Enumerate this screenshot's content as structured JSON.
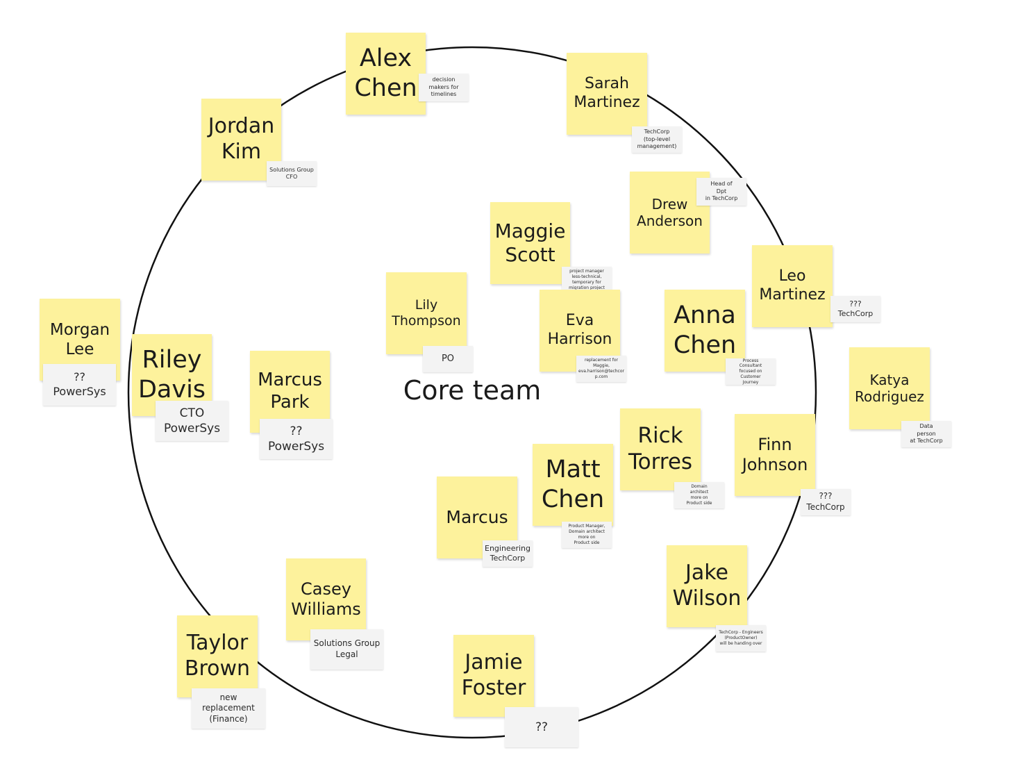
{
  "board": {
    "title": "Core team",
    "stickies": [
      {
        "id": "alex-chen",
        "label": "Alex\nChen",
        "note": "decision\nmakers for\ntimelines"
      },
      {
        "id": "sarah-martinez",
        "label": "Sarah\nMartinez",
        "note": "TechCorp\n(top-level\nmanagement)"
      },
      {
        "id": "jordan-kim",
        "label": "Jordan\nKim",
        "note": "Solutions Group\nCFO"
      },
      {
        "id": "drew-anderson",
        "label": "Drew\nAnderson",
        "note": "Head of\nDpt\nin TechCorp"
      },
      {
        "id": "maggie-scott",
        "label": "Maggie\nScott",
        "note": "project manager\nless-technical,\ntemporary for\nmigration project"
      },
      {
        "id": "leo-martinez",
        "label": "Leo\nMartinez",
        "note": "???\nTechCorp"
      },
      {
        "id": "lily-thompson",
        "label": "Lily\nThompson",
        "note": "PO"
      },
      {
        "id": "eva-harrison",
        "label": "Eva\nHarrison",
        "note": "replacement for\nMaggie,\neva.harrison@techcor\np.com"
      },
      {
        "id": "anna-chen",
        "label": "Anna\nChen",
        "note": "Process\nConsultant\nfocused on\nCustomer\nJourney"
      },
      {
        "id": "morgan-lee",
        "label": "Morgan\nLee",
        "note": "??\nPowerSys"
      },
      {
        "id": "riley-davis",
        "label": "Riley\nDavis",
        "note": "CTO\nPowerSys"
      },
      {
        "id": "marcus-park",
        "label": "Marcus\nPark",
        "note": "??\nPowerSys"
      },
      {
        "id": "katya-rodriguez",
        "label": "Katya\nRodriguez",
        "note": "Data\nperson\nat TechCorp"
      },
      {
        "id": "rick-torres",
        "label": "Rick\nTorres",
        "note": "Domain\narchitect\nmore on\nProduct side"
      },
      {
        "id": "finn-johnson",
        "label": "Finn\nJohnson",
        "note": "???\nTechCorp"
      },
      {
        "id": "matt-chen",
        "label": "Matt\nChen",
        "note": "Product Manager,\nDomain architect\nmore on\nProduct side"
      },
      {
        "id": "marcus",
        "label": "Marcus",
        "note": "Engineering\nTechCorp"
      },
      {
        "id": "casey-williams",
        "label": "Casey\nWilliams",
        "note": "Solutions Group\nLegal"
      },
      {
        "id": "jake-wilson",
        "label": "Jake\nWilson",
        "note": "TechCorp - Engineers\n(ProductOwner)\nwill be handing over"
      },
      {
        "id": "taylor-brown",
        "label": "Taylor\nBrown",
        "note": "new\nreplacement\n(Finance)"
      },
      {
        "id": "jamie-foster",
        "label": "Jamie\nFoster",
        "note": "??"
      }
    ]
  }
}
